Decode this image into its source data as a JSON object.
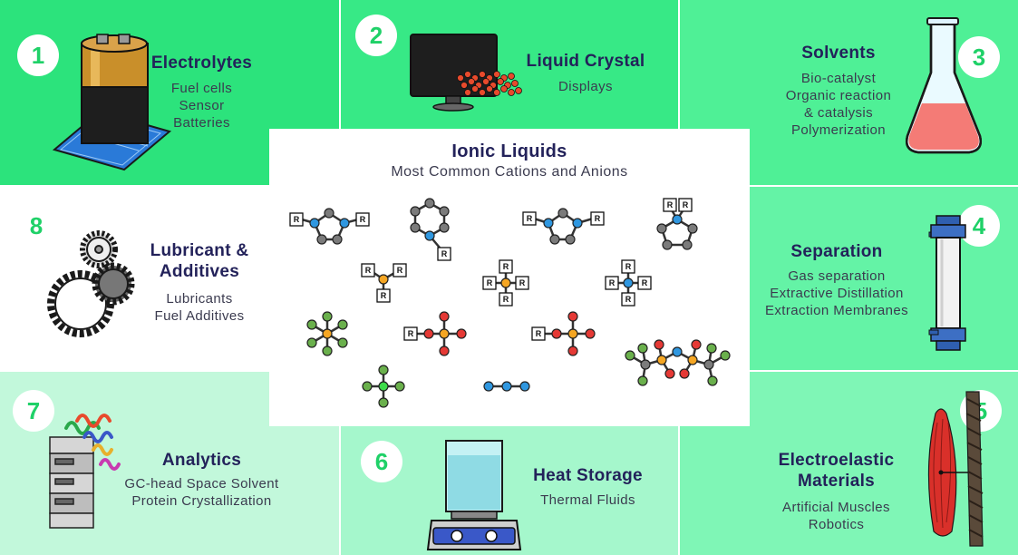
{
  "center": {
    "title": "Ionic Liquids",
    "subtitle": "Most Common Cations and Anions",
    "r_label": "R"
  },
  "panels": [
    {
      "number": "1",
      "title": [
        "Electrolytes"
      ],
      "items": [
        "Fuel cells",
        "Sensor",
        "Batteries"
      ]
    },
    {
      "number": "2",
      "title": [
        "Liquid Crystal"
      ],
      "items": [
        "Displays"
      ]
    },
    {
      "number": "3",
      "title": [
        "Solvents"
      ],
      "items": [
        "Bio-catalyst",
        "Organic reaction",
        "& catalysis",
        "Polymerization"
      ]
    },
    {
      "number": "4",
      "title": [
        "Separation"
      ],
      "items": [
        "Gas separation",
        "Extractive Distillation",
        "Extraction Membranes"
      ]
    },
    {
      "number": "5",
      "title": [
        "Electroelastic",
        "Materials"
      ],
      "items": [
        "Artificial Muscles",
        "Robotics"
      ]
    },
    {
      "number": "6",
      "title": [
        "Heat Storage"
      ],
      "items": [
        "Thermal Fluids"
      ]
    },
    {
      "number": "7",
      "title": [
        "Analytics"
      ],
      "items": [
        "GC-head Space Solvent",
        "Protein Crystallization"
      ]
    },
    {
      "number": "8",
      "title": [
        "Lubricant &",
        "Additives"
      ],
      "items": [
        "Lubricants",
        "Fuel Additives"
      ]
    }
  ],
  "colors": {
    "panel1": "#2ce37c",
    "panel2": "#37e986",
    "panel3": "#4ff096",
    "panel4": "#64f3a6",
    "panel5": "#7ff6b6",
    "panel6": "#a5f7cc",
    "panel7": "#c2f8db",
    "panel8": "#ffffff",
    "title": "#23225a",
    "number": "#1fd168",
    "atom_gray": "#7b7b7b",
    "atom_blue": "#2f97e0",
    "atom_orange": "#f5a623",
    "atom_green": "#6ab04c",
    "atom_red": "#e53935",
    "atom_bright_green": "#3ddc4a"
  },
  "icons": [
    "battery-icon",
    "monitor-icon",
    "flask-icon",
    "separation-column-icon",
    "muscle-icon",
    "hotplate-beaker-icon",
    "analyzer-icon",
    "gears-icon"
  ]
}
